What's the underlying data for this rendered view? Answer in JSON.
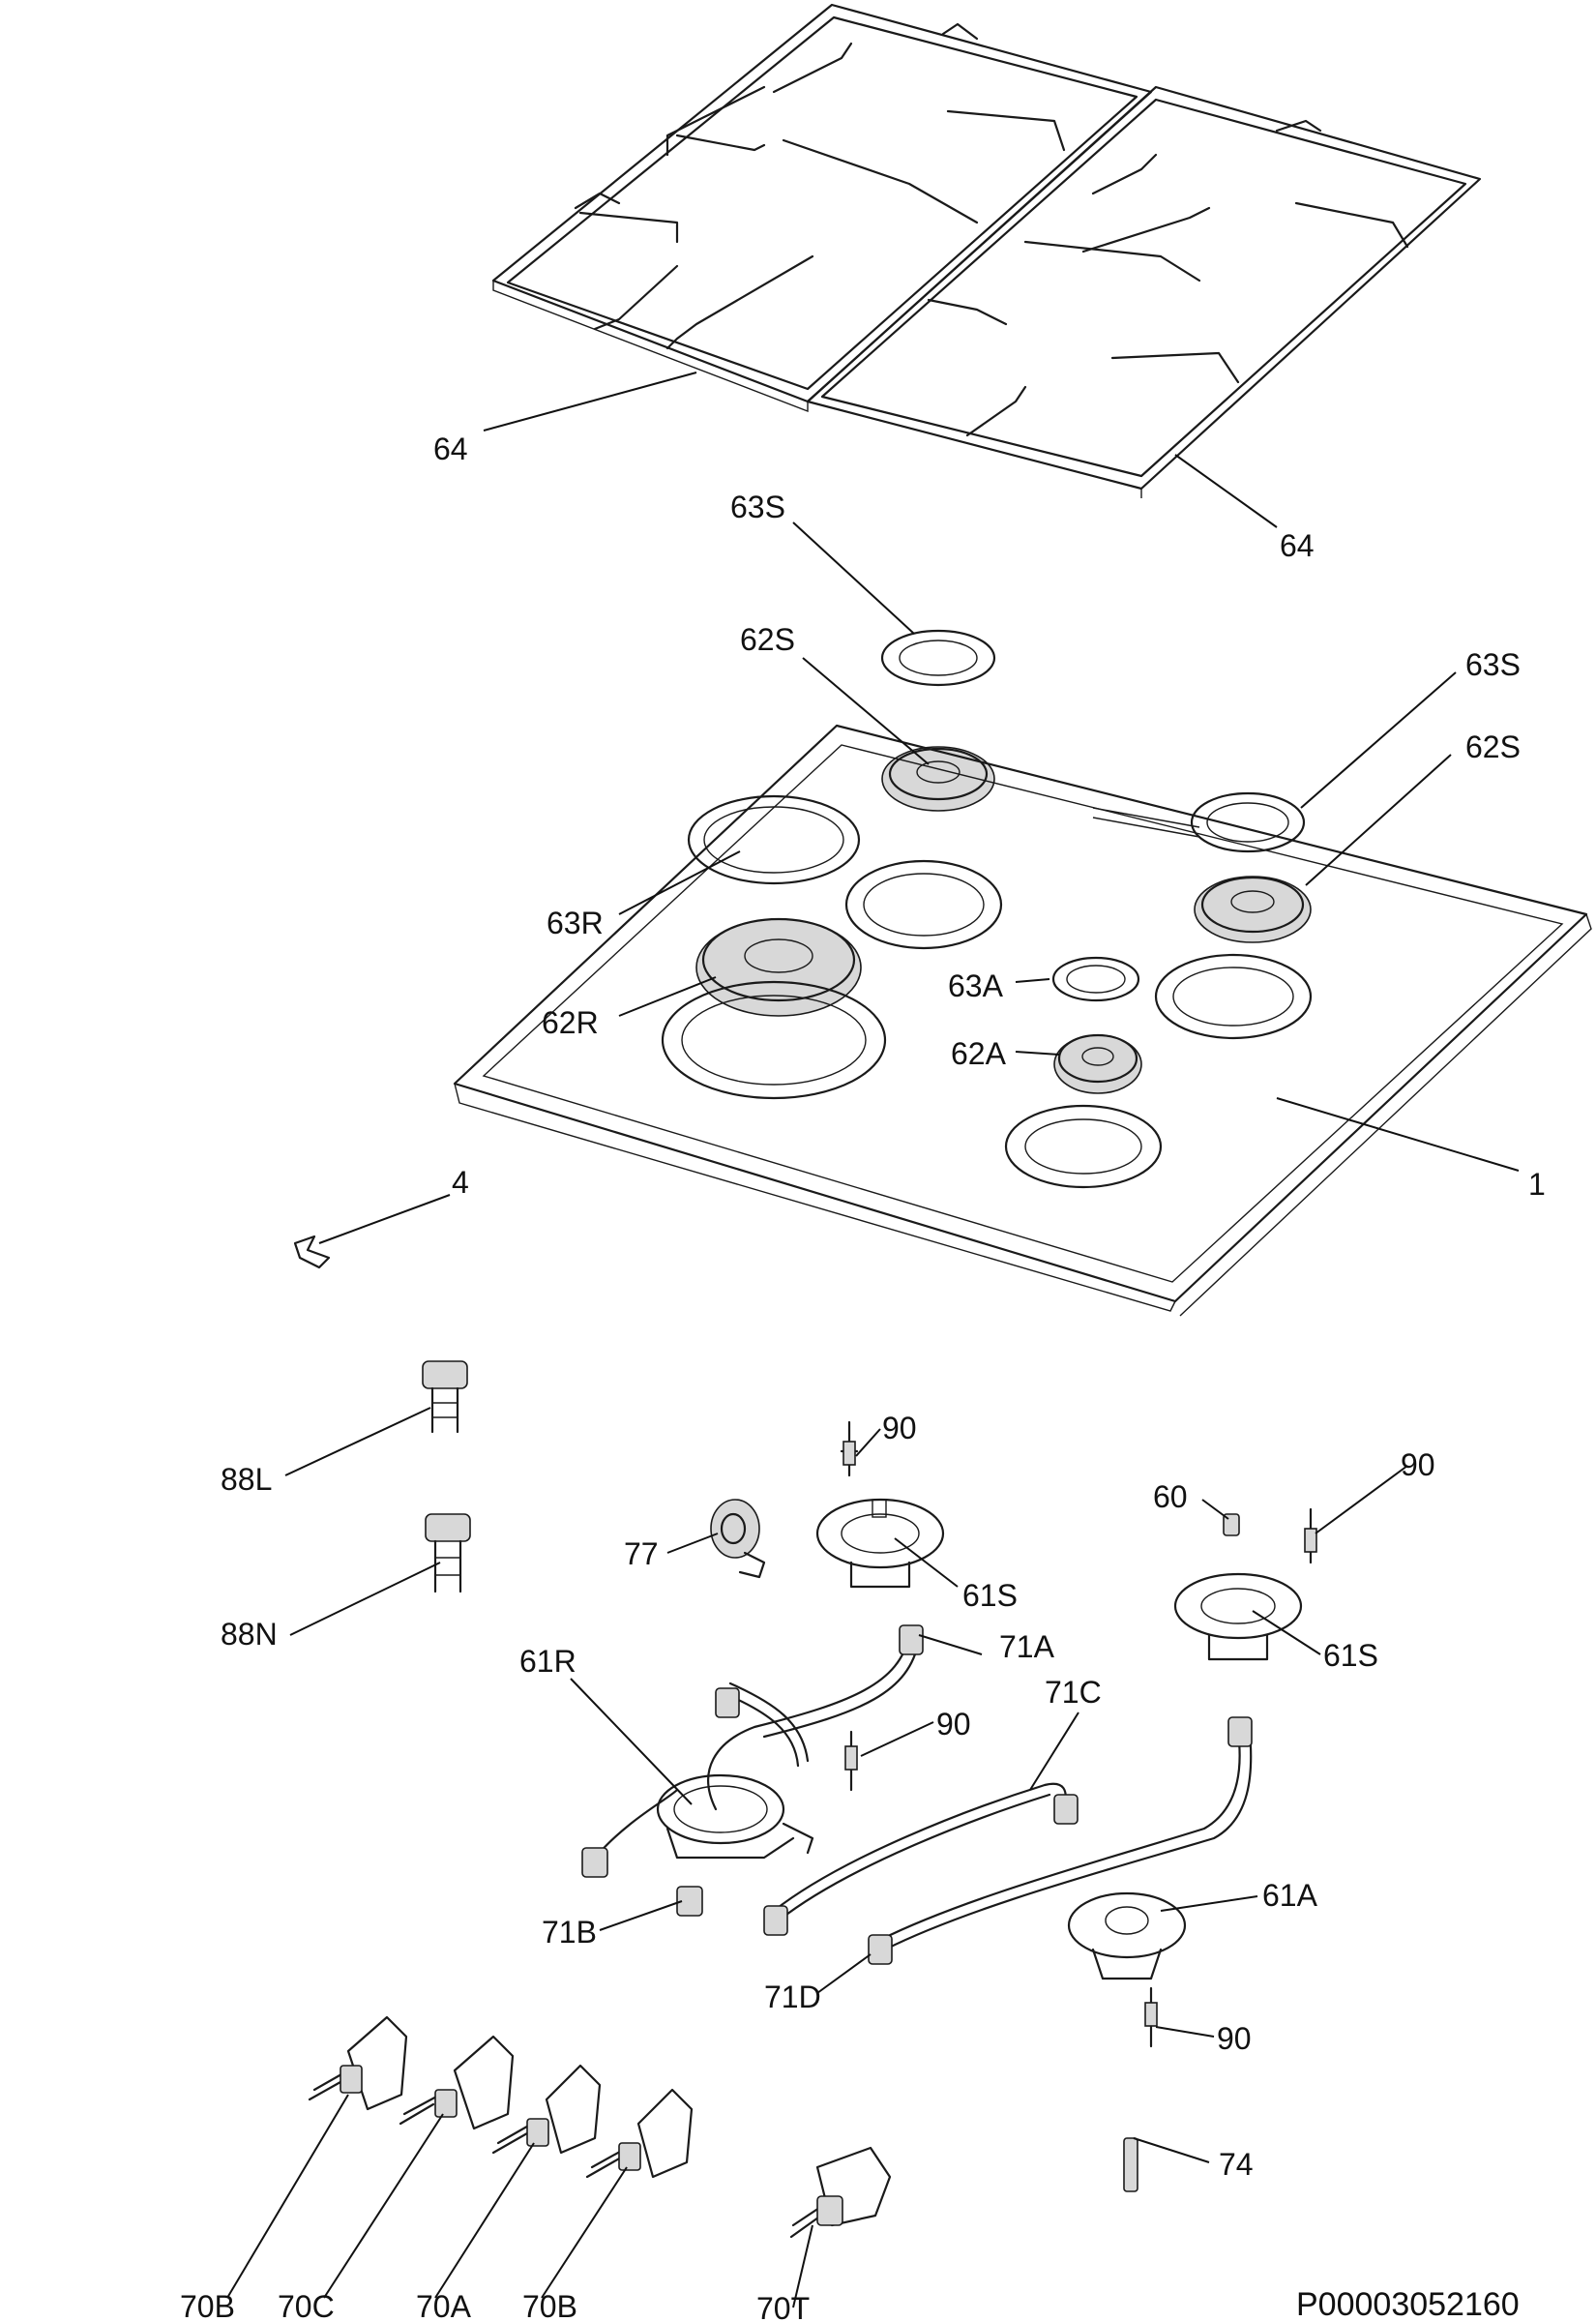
{
  "document_code": "P00003052160",
  "callouts": [
    {
      "id": "64",
      "text": "64"
    },
    {
      "id": "64",
      "text": "64"
    },
    {
      "id": "63S",
      "text": "63S"
    },
    {
      "id": "62S",
      "text": "62S"
    },
    {
      "id": "63S",
      "text": "63S"
    },
    {
      "id": "62S",
      "text": "62S"
    },
    {
      "id": "63R",
      "text": "63R"
    },
    {
      "id": "62R",
      "text": "62R"
    },
    {
      "id": "63A",
      "text": "63A"
    },
    {
      "id": "62A",
      "text": "62A"
    },
    {
      "id": "1",
      "text": "1"
    },
    {
      "id": "4",
      "text": "4"
    },
    {
      "id": "88L",
      "text": "88L"
    },
    {
      "id": "88N",
      "text": "88N"
    },
    {
      "id": "77",
      "text": "77"
    },
    {
      "id": "90",
      "text": "90"
    },
    {
      "id": "61S",
      "text": "61S"
    },
    {
      "id": "60",
      "text": "60"
    },
    {
      "id": "90",
      "text": "90"
    },
    {
      "id": "61S",
      "text": "61S"
    },
    {
      "id": "61R",
      "text": "61R"
    },
    {
      "id": "71A",
      "text": "71A"
    },
    {
      "id": "71C",
      "text": "71C"
    },
    {
      "id": "90",
      "text": "90"
    },
    {
      "id": "71B",
      "text": "71B"
    },
    {
      "id": "71D",
      "text": "71D"
    },
    {
      "id": "61A",
      "text": "61A"
    },
    {
      "id": "90",
      "text": "90"
    },
    {
      "id": "74",
      "text": "74"
    },
    {
      "id": "70B",
      "text": "70B"
    },
    {
      "id": "70C",
      "text": "70C"
    },
    {
      "id": "70A",
      "text": "70A"
    },
    {
      "id": "70B",
      "text": "70B"
    },
    {
      "id": "70T",
      "text": "70T"
    }
  ]
}
